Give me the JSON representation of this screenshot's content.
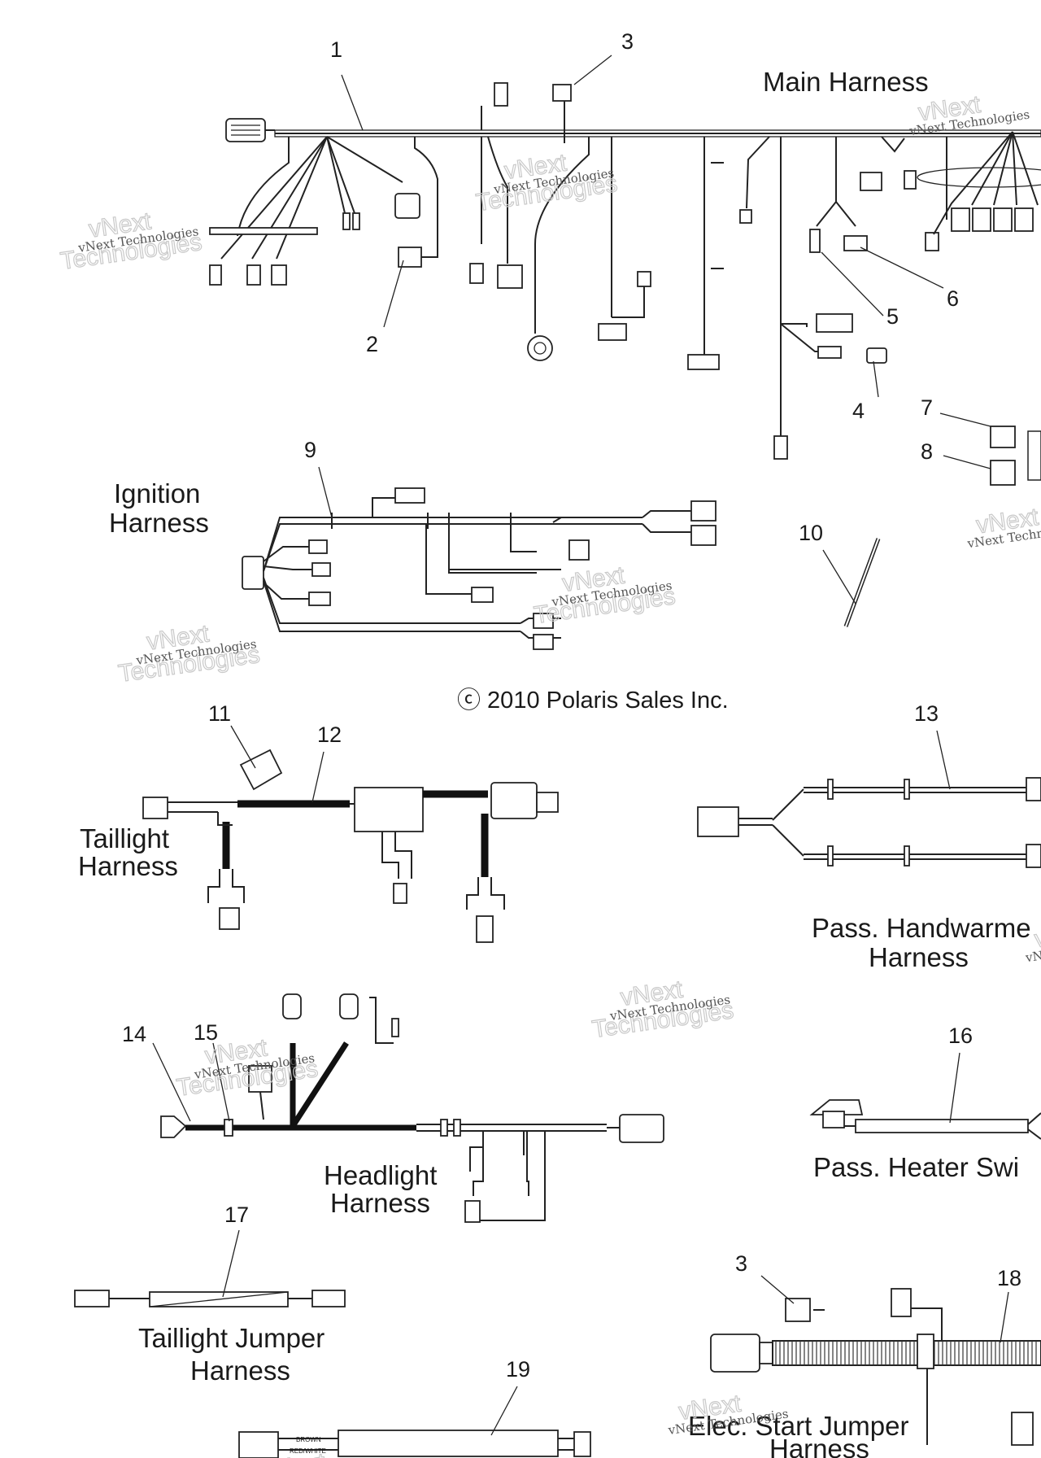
{
  "titles": {
    "main_harness": "Main Harness",
    "ignition_l1": "Ignition",
    "ignition_l2": "Harness",
    "taillight_l1": "Taillight",
    "taillight_l2": "Harness",
    "handwarmer_l1": "Pass. Handwarme",
    "handwarmer_l2": "Harness",
    "headlight_l1": "Headlight",
    "headlight_l2": "Harness",
    "heater_l1": "Pass. Heater Swi",
    "taillight_jumper_l1": "Taillight Jumper",
    "taillight_jumper_l2": "Harness",
    "elec_start_l1": "Elec. Start Jumper",
    "elec_start_l2": "Harness"
  },
  "copyright": "ⓒ 2010 Polaris Sales Inc.",
  "callouts": {
    "c1": "1",
    "c2": "2",
    "c3": "3",
    "c4": "4",
    "c5": "5",
    "c6": "6",
    "c7": "7",
    "c8": "8",
    "c9": "9",
    "c10": "10",
    "c11": "11",
    "c12": "12",
    "c13": "13",
    "c14": "14",
    "c15": "15",
    "c16": "16",
    "c17": "17",
    "c18": "18",
    "c19": "19",
    "c3b": "3"
  },
  "watermark": {
    "small": "vNext Technologies",
    "large_l1": "vNext",
    "large_l2": "Technologies"
  },
  "wire_labels": {
    "brown": "BROWN",
    "red_white": "RED/WHITE"
  },
  "colors": {
    "ink": "#1a1a1a",
    "watermark": "#c9c9c9",
    "background": "#ffffff"
  }
}
